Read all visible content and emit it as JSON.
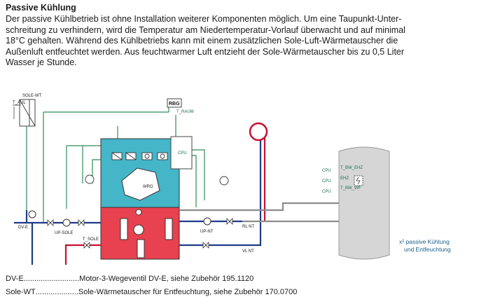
{
  "heading": "Passive Kühlung",
  "paragraph_lines": [
    "Der passive Kühlbetrieb ist ohne Installation weiterer Komponenten möglich. Um eine Taupunkt-Unter-",
    "schreitung zu verhindern, wird die Temperatur am Niedertemperatur-Vorlauf überwacht und auf minimal",
    "18°C gehalten. Während des Kühlbetriebs kann mit einem zusätzlichen Sole-Luft-Wärmetauscher die",
    "Außenluft entfeuchtet werden. Aus feuchtwarmer Luft entzieht der Sole-Wärmetauscher bis zu 0,5 Liter",
    "Wasser je Stunde."
  ],
  "diagram": {
    "labels": {
      "sole_wt": "SOLE-WT",
      "t_aul": "T_AUL",
      "rbg": "RBG",
      "t_raum": "T_RAUM",
      "cpu": "CPU",
      "wrg": "WRG",
      "dv_e": "DV-E",
      "up_sole": "UP-SOLE",
      "t_sole": "T_SOLE",
      "up_nt": "UP-NT",
      "rl_nt": "RL NT",
      "vl_nt": "VL NT",
      "cpu1": "CPU",
      "t_bw_ehz": "T_BW_EHZ",
      "cpu2": "CPU",
      "ehz": "EHZ",
      "cpu3": "CPU",
      "t_bw_wf": "T_BW_WF"
    },
    "note_lines": [
      "x² passive Kühlung",
      "und Entfeuchtung"
    ],
    "colors": {
      "cold_zone": "#45b5c8",
      "hot_zone": "#e8414f",
      "pipe_blue": "#1f3c88",
      "pipe_red": "#c8102e",
      "pipe_gray": "#8c8c8c",
      "control_line": "#2e8b57",
      "tank": "#d6d6d6"
    }
  },
  "legend": [
    {
      "key": "DV-E",
      "dots": "..........................",
      "text": "Motor-3-Wegeventil DV-E, siehe Zubehör 195.1120"
    },
    {
      "key": "Sole-WT",
      "dots": "....................",
      "text": "Sole-Wärmetauscher für Entfeuchtung, siehe Zubehör 170.0700"
    }
  ]
}
